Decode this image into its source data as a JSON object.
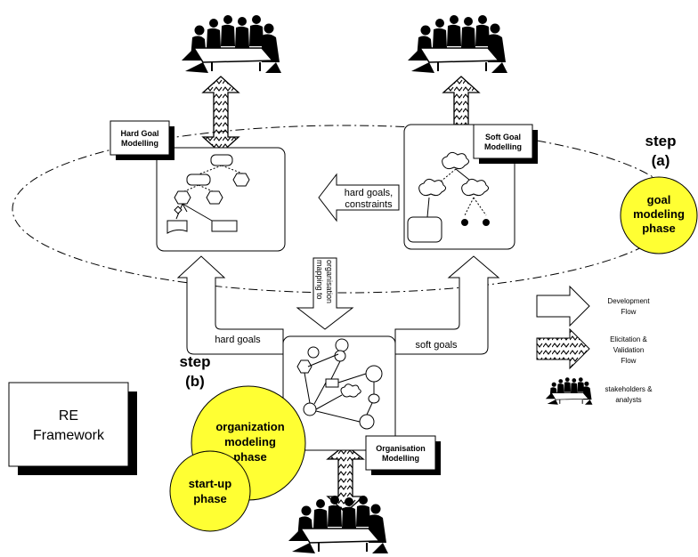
{
  "boxes": {
    "hard_goal": {
      "line1": "Hard Goal",
      "line2": "Modelling"
    },
    "soft_goal": {
      "line1": "Soft Goal",
      "line2": "Modelling"
    },
    "organisation": {
      "line1": "Organisation",
      "line2": "Modelling"
    },
    "framework": {
      "line1": "RE",
      "line2": "Framework"
    }
  },
  "flows": {
    "hard_to_soft": {
      "line1": "hard goals,",
      "line2": "constraints"
    },
    "mapping": {
      "line1": "mapping to",
      "line2": "organisation"
    },
    "hard_goals": "hard goals",
    "soft_goals": "soft goals"
  },
  "steps": {
    "a": {
      "line1": "step",
      "line2": "(a)"
    },
    "b": {
      "line1": "step",
      "line2": "(b)"
    }
  },
  "phases": {
    "goal": {
      "line1": "goal",
      "line2": "modeling",
      "line3": "phase"
    },
    "organization": {
      "line1": "organization",
      "line2": "modeling",
      "line3": "phase"
    },
    "startup": {
      "line1": "start-up",
      "line2": "phase"
    }
  },
  "legend": {
    "development": {
      "line1": "Development",
      "line2": "Flow"
    },
    "elicitation": {
      "line1": "Elicitation &",
      "line2": "Validation",
      "line3": "Flow"
    },
    "stakeholders": {
      "line1": "stakeholders &",
      "line2": "analysts"
    }
  },
  "colors": {
    "phase_fill": "#ffff33",
    "shadow": "#000000",
    "stroke": "#000000"
  },
  "icons": [
    "stakeholders-group-icon",
    "elicitation-arrow-icon",
    "development-arrow-icon",
    "cloud-icon",
    "hexagon-icon"
  ]
}
